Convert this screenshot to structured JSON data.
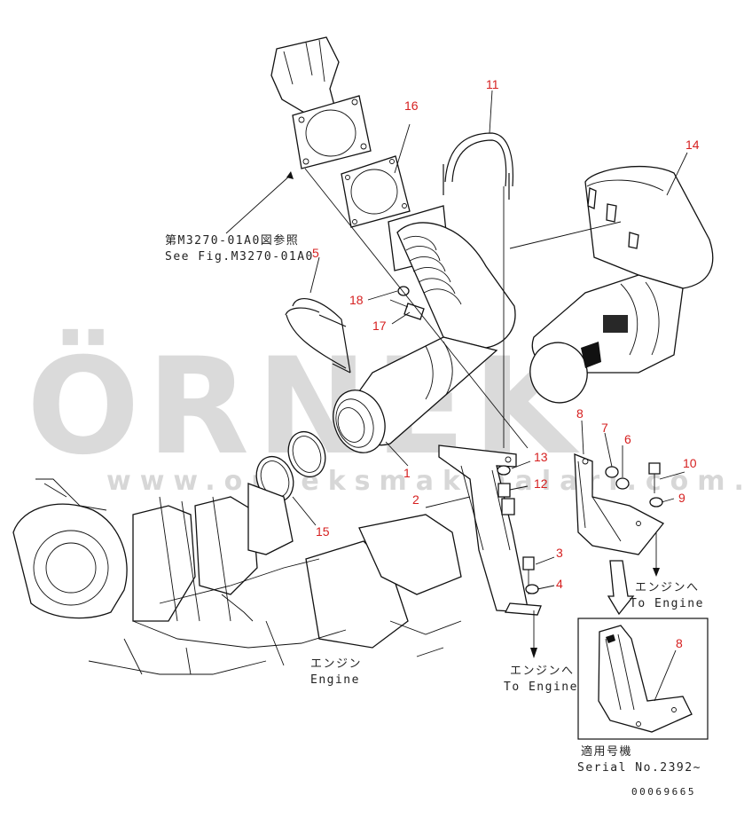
{
  "reference": {
    "jp": "第M3270-01A0図参照",
    "en": "See Fig.M3270-01A0"
  },
  "labels": {
    "engine_jp": "エンジン",
    "engine_en": "Engine",
    "to_engine_jp": "エンジンへ",
    "to_engine_en": "To Engine"
  },
  "serial": {
    "jp": "適用号機",
    "en": "Serial No.2392~"
  },
  "drawing_number": "00069665",
  "callouts": [
    "1",
    "2",
    "3",
    "4",
    "5",
    "6",
    "7",
    "8",
    "9",
    "10",
    "11",
    "12",
    "13",
    "14",
    "15",
    "16",
    "17",
    "18"
  ],
  "detail_callout": "8",
  "watermark": {
    "brand": "ÖRNEK",
    "url": "www.orneksmakinalari.com.tr"
  },
  "colors": {
    "callout": "#d62020",
    "watermark": "#bdbdbd",
    "watermark_accent": "#f2c64a",
    "line": "#111111"
  }
}
